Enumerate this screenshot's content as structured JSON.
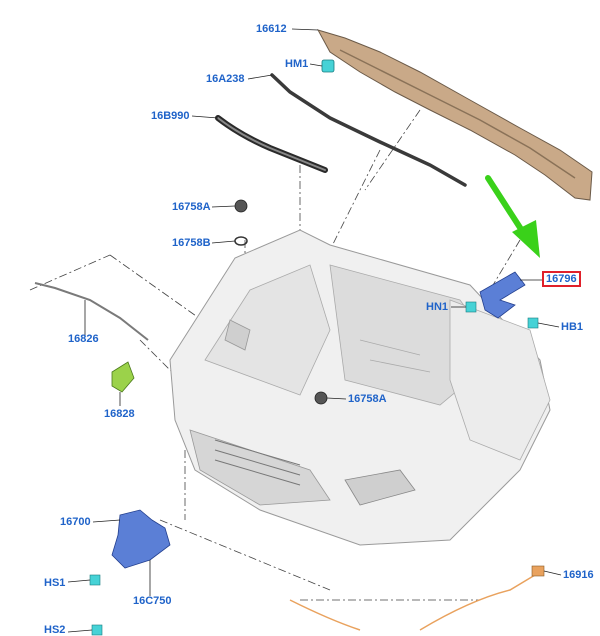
{
  "diagram": {
    "labels": {
      "l16612": "16612",
      "lHM1": "HM1",
      "l16A238": "16A238",
      "l16B990": "16B990",
      "l16758A_top": "16758A",
      "l16758B": "16758B",
      "l16796": "16796",
      "lHN1": "HN1",
      "lHB1": "HB1",
      "l16826": "16826",
      "l16828": "16828",
      "l16758A_bottom": "16758A",
      "l16700": "16700",
      "lHS1": "HS1",
      "l16C750": "16C750",
      "l16916": "16916",
      "lHS2": "HS2"
    },
    "highlighted_label": "16796",
    "colors": {
      "label_text": "#1f63c9",
      "highlight_box": "#e0202a",
      "arrow": "#3ad11a",
      "insulator": "#c9a988",
      "blue_part": "#5b7fd6",
      "green_part": "#9bd24a",
      "cyan_part": "#46d2d6",
      "orange_wire": "#e9a25e"
    }
  }
}
